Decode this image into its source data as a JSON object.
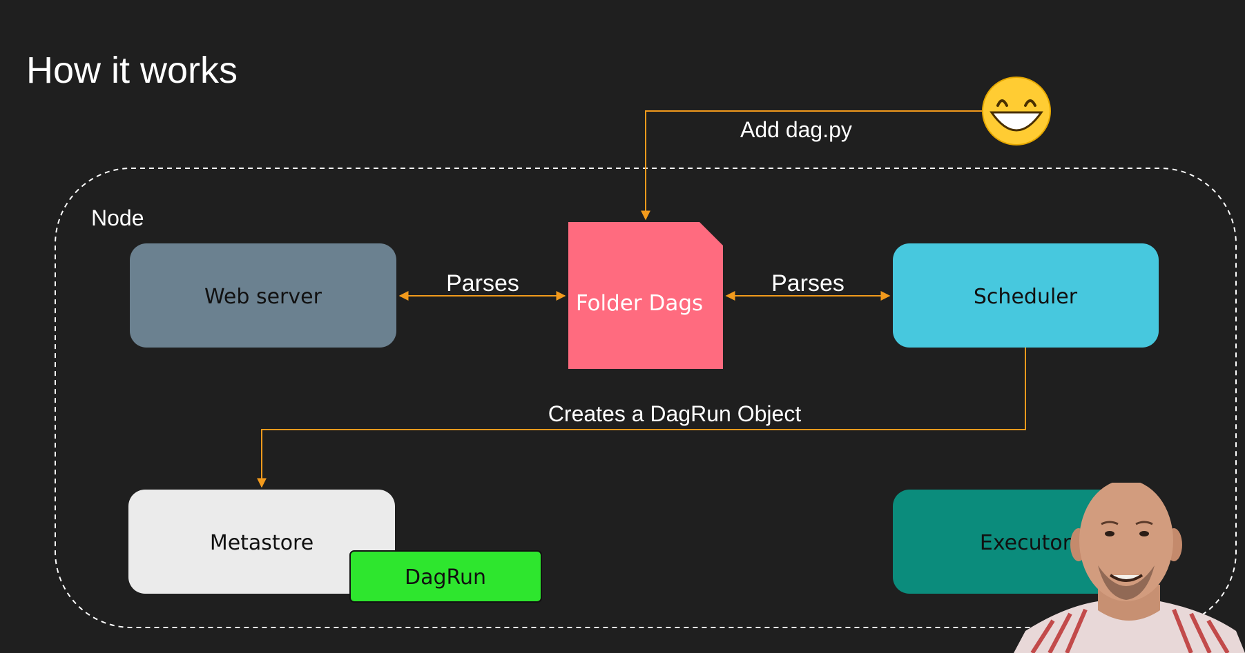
{
  "slide": {
    "title": "How it works"
  },
  "diagram": {
    "container_label": "Node",
    "nodes": {
      "web_server": "Web server",
      "folder_dags": "Folder Dags",
      "scheduler": "Scheduler",
      "metastore": "Metastore",
      "dagrun": "DagRun",
      "executor": "Executor"
    },
    "edges": {
      "add_dag": "Add dag.py",
      "parses_left": "Parses",
      "parses_right": "Parses",
      "creates_dagrun": "Creates a DagRun Object"
    },
    "colors": {
      "background": "#1f1f1f",
      "arrow": "#f29a1c",
      "web_server": "#6b8190",
      "folder_dags": "#ff6b7f",
      "scheduler": "#47c8de",
      "metastore": "#ebebeb",
      "dagrun": "#2ee62e",
      "executor": "#0b8c7c",
      "dashed_border": "#ffffff"
    },
    "icons": {
      "user": "grinning-emoji-icon",
      "presenter": "presenter-video-thumbnail"
    }
  }
}
